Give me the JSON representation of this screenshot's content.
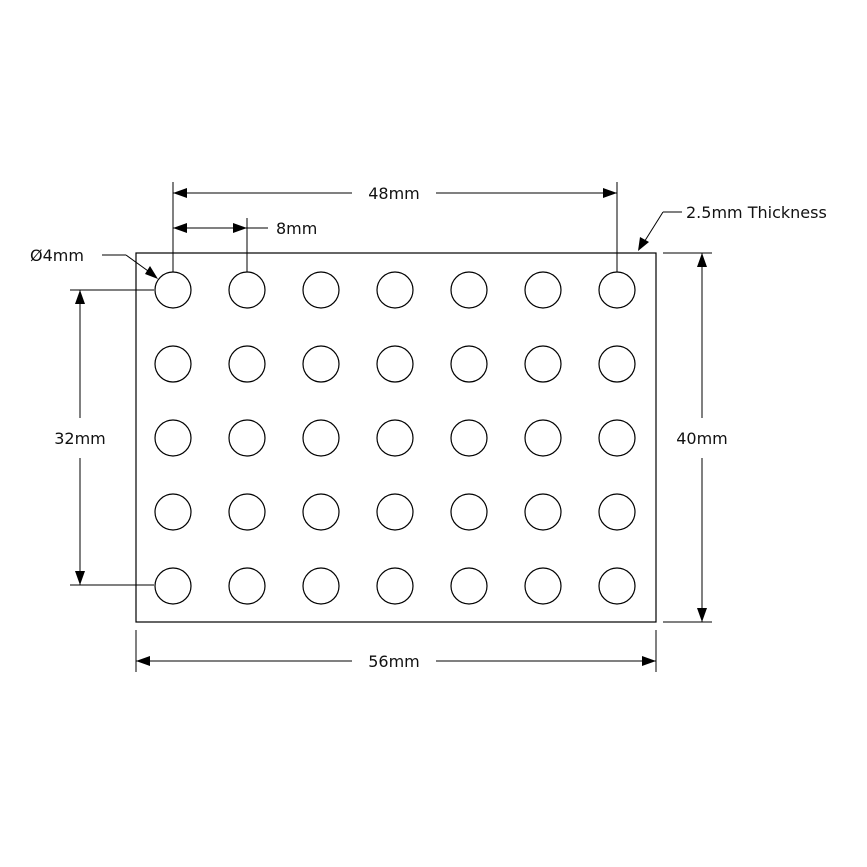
{
  "drawing": {
    "grid": {
      "columns": 7,
      "rows": 5
    },
    "dimensions": {
      "hole_span": "48mm",
      "hole_pitch": "8mm",
      "hole_diameter": "Ø4mm",
      "thickness": "2.5mm Thickness",
      "row_span": "32mm",
      "plate_height": "40mm",
      "plate_width": "56mm"
    },
    "colors": {
      "line": "#000000",
      "background": "#ffffff"
    }
  }
}
